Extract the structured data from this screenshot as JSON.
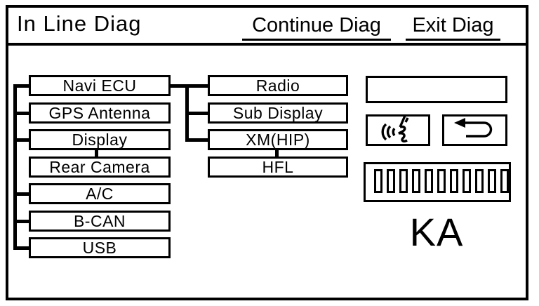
{
  "app": {
    "title": "In Line Diag"
  },
  "header": {
    "continue_button": "Continue Diag",
    "exit_button": "Exit Diag"
  },
  "diagram": {
    "left_column": [
      "Navi ECU",
      "GPS Antenna",
      "Display",
      "Rear Camera",
      "A/C",
      "B-CAN",
      "USB"
    ],
    "middle_column": [
      "Radio",
      "Sub Display",
      "XM(HIP)",
      "HFL"
    ]
  },
  "right_panel": {
    "status_box_value": "",
    "voice_icon": "voice-command-icon",
    "return_icon": "return-arrow-icon",
    "segment_count": 11,
    "code_text": "KA"
  },
  "colors": {
    "foreground": "#000000",
    "background": "#ffffff"
  }
}
